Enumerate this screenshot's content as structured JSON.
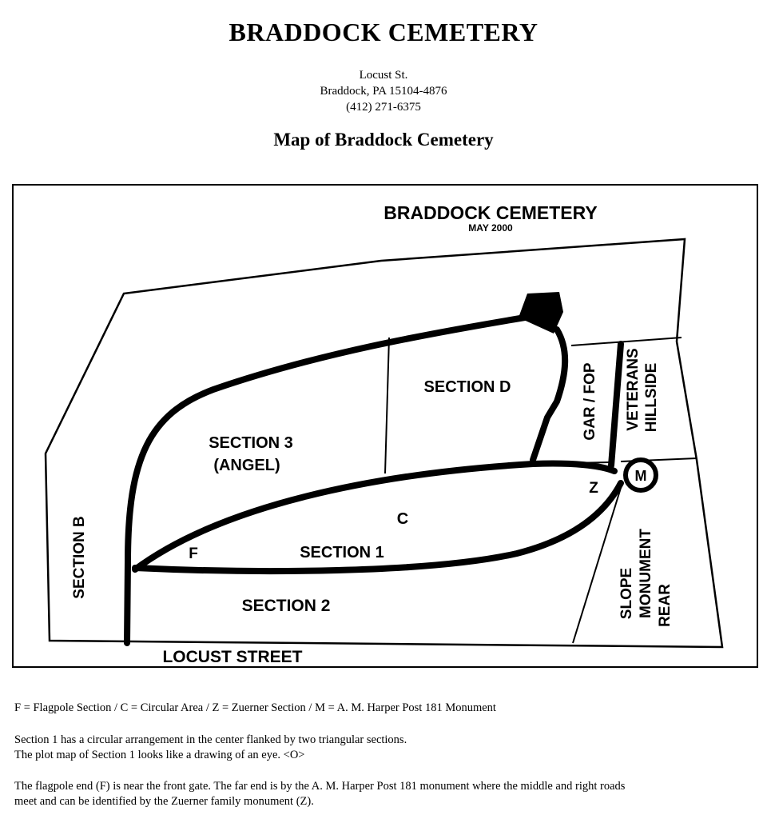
{
  "header": {
    "title": "BRADDOCK CEMETERY",
    "address_line1": "Locust St.",
    "address_line2": "Braddock, PA 15104-4876",
    "phone": "(412) 271-6375",
    "subtitle": "Map of Braddock Cemetery"
  },
  "map": {
    "title": "BRADDOCK CEMETERY",
    "date": "MAY 2000",
    "labels": {
      "section_d": "SECTION D",
      "section_3": "SECTION 3",
      "angel": "(ANGEL)",
      "gar_fop": "GAR / FOP",
      "veterans": "VETERANS",
      "hillside": "HILLSIDE",
      "section_b": "SECTION B",
      "c": "C",
      "f": "F",
      "section_1": "SECTION 1",
      "z": "Z",
      "m": "M",
      "slope": "SLOPE",
      "monument": "MONUMENT",
      "rear": "REAR",
      "section_2": "SECTION 2",
      "locust_street": "LOCUST STREET"
    }
  },
  "notes": {
    "legend": "F = Flagpole Section / C = Circular Area / Z = Zuerner Section / M = A. M. Harper Post 181 Monument",
    "para1_line1": "Section 1 has a circular arrangement in the center flanked by two triangular sections.",
    "para1_line2": "The plot map of Section 1 looks like a drawing of an eye. <O>",
    "para2_line1": "The flagpole end (F) is near the front gate. The far end is by the A. M. Harper Post 181 monument where the middle and right roads",
    "para2_line2": "meet and can be identified by the Zuerner family monument (Z)."
  }
}
